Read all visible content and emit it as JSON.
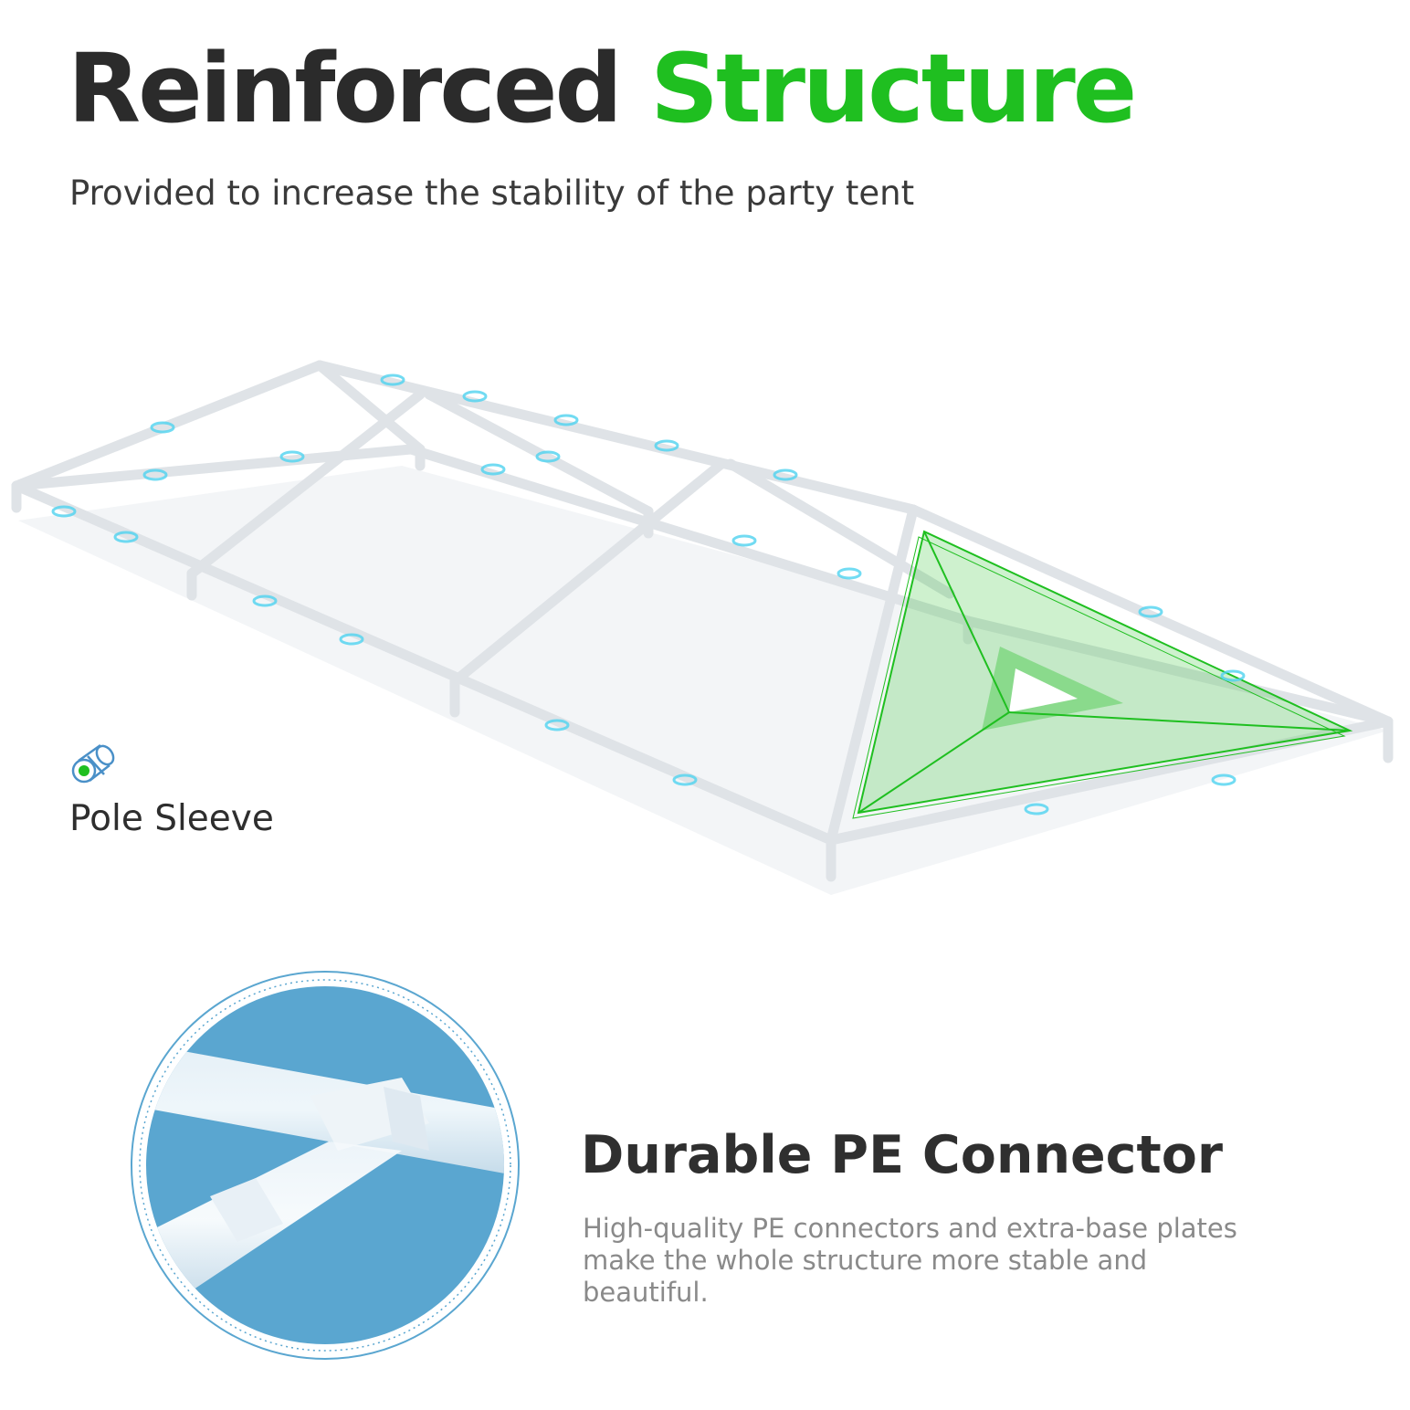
{
  "header": {
    "title_main": "Reinforced",
    "title_accent": "Structure",
    "subtitle": "Provided to increase the stability of the party tent"
  },
  "callouts": {
    "pole_sleeve": {
      "label": "Pole Sleeve",
      "icon": "pole-sleeve-icon"
    }
  },
  "connector": {
    "title": "Durable PE Connector",
    "description": "High-quality PE connectors and extra-base plates make the whole structure more stable and beautiful."
  },
  "colors": {
    "accent_green": "#1fbf20",
    "title_dark": "#2b2b2b",
    "circle_blue": "#5aa6d0",
    "sleeve_cyan": "#4fd3f0"
  }
}
